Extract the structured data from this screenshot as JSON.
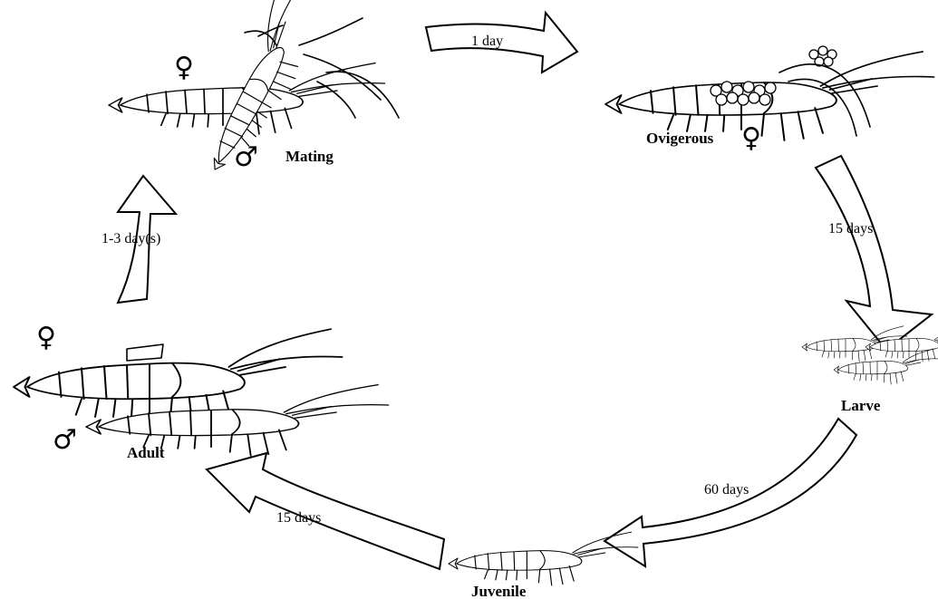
{
  "stages": {
    "mating": "Mating",
    "ovigerous": "Ovigerous",
    "larvae": "Larve",
    "juvenile": "Juvenile",
    "adult": "Adult"
  },
  "durations": {
    "mating_to_ovigerous": "1 day",
    "ovigerous_to_larvae": "15 days",
    "larvae_to_juvenile": "60 days",
    "juvenile_to_adult": "15 days",
    "adult_to_mating": "1-3 day(s)"
  },
  "symbols": {
    "female": "♀",
    "male": "♂"
  }
}
